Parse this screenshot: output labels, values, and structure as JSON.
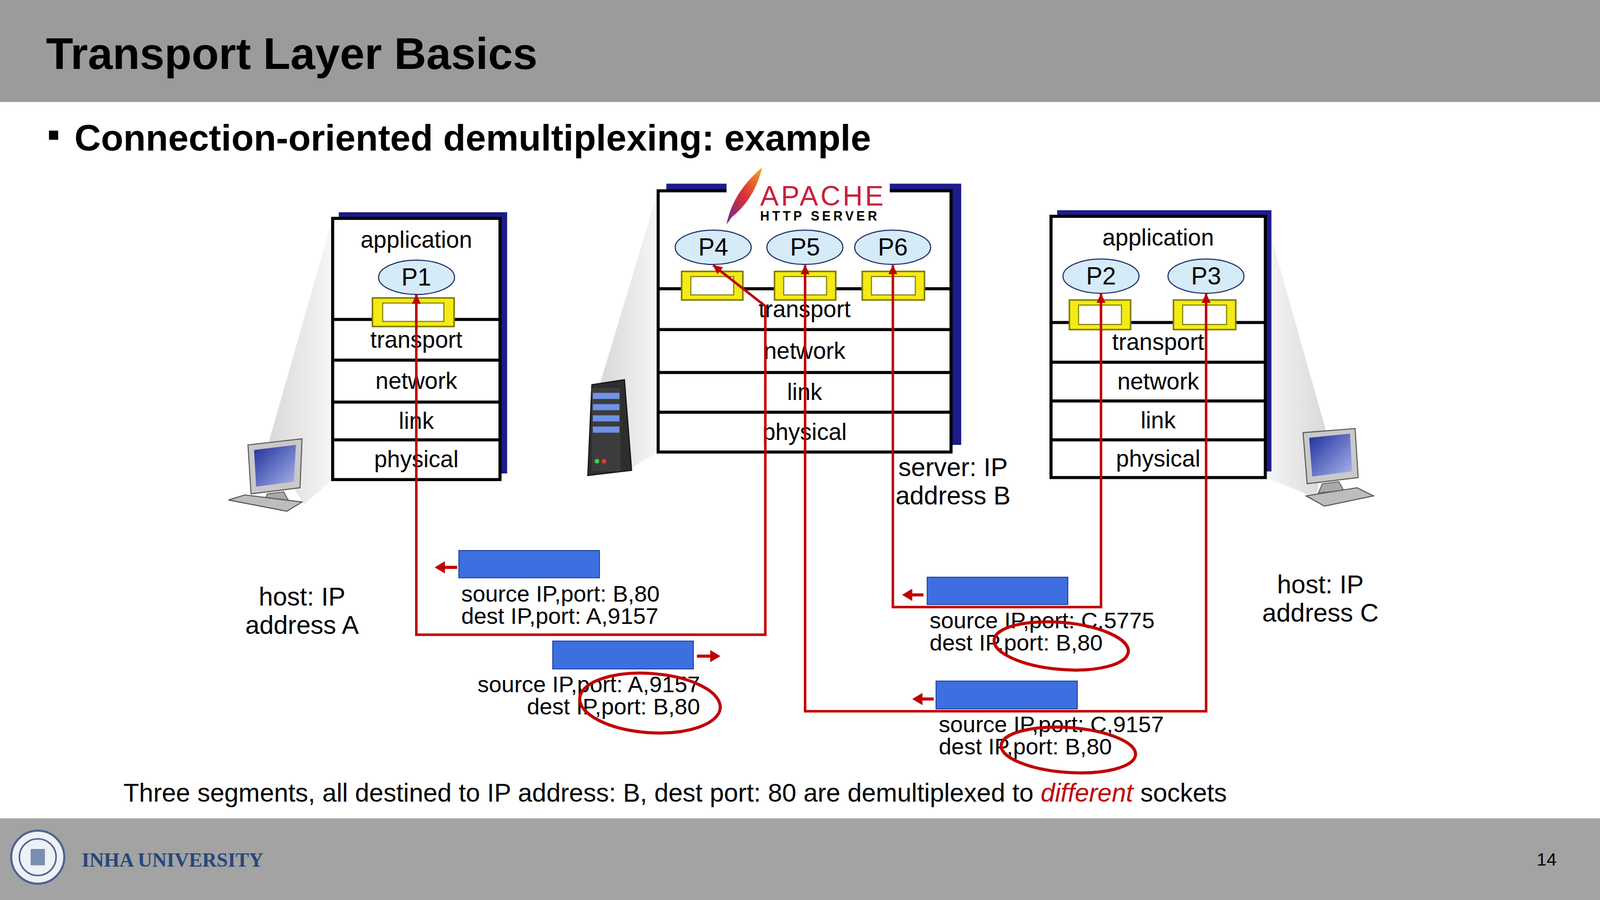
{
  "diagram": {
    "title": "Transport Layer Basics",
    "nodes": [
      {
        "text": [
          "application"
        ]
      },
      {
        "text": [
          "P1"
        ],
        "in": 0
      },
      {
        "text": [
          "transport"
        ]
      },
      {
        "text": [
          "network"
        ]
      },
      {
        "text": [
          "link"
        ]
      },
      {
        "text": [
          "physical"
        ]
      },
      {
        "text": [
          "P4"
        ]
      },
      {
        "text": [
          "P5"
        ]
      },
      {
        "text": [
          "P6"
        ]
      },
      {
        "text": [
          "transport"
        ]
      },
      {
        "text": [
          "network"
        ]
      },
      {
        "text": [
          "link"
        ]
      },
      {
        "text": [
          "physical"
        ]
      },
      {
        "text": [
          "application"
        ]
      },
      {
        "text": [
          "P2"
        ],
        "in": 13
      },
      {
        "text": [
          "P3"
        ],
        "in": 13
      },
      {
        "text": [
          "transport"
        ]
      },
      {
        "text": [
          "network"
        ]
      },
      {
        "text": [
          "link"
        ]
      },
      {
        "text": [
          "physical"
        ]
      },
      {
        "text": [
          "source IP,port: B,80",
          "dest IP,port: A,9157"
        ]
      },
      {
        "text": [
          "source IP,port: A,9157",
          "dest IP,port: B,80"
        ]
      },
      {
        "text": [
          "source IP,port: C,5775",
          "dest IP,port: B,80"
        ]
      },
      {
        "text": [
          "source IP,port: C,9157",
          "dest IP,port: B,80"
        ]
      }
    ],
    "edges": [
      {
        "from": 1,
        "to": 6,
        "arrow": "both"
      },
      {
        "from": 14,
        "to": 8,
        "arrow": "both"
      },
      {
        "from": 15,
        "to": 7,
        "arrow": "both"
      }
    ],
    "labels": [
      "Connection-oriented demultiplexing: example",
      "APACHE",
      "HTTP SERVER",
      "server: IP address B",
      "host: IP address A",
      "host: IP address C",
      "Three segments, all destined to IP address: B, dest port: 80 are demultiplexed to",
      "different",
      "sockets",
      "INHA UNIVERSITY",
      "14"
    ]
  }
}
